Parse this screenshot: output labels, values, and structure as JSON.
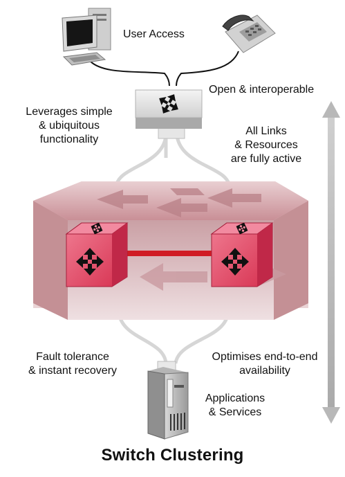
{
  "labels": {
    "user_access": "User Access",
    "open_interoperable": "Open & interoperable",
    "leverages_line1": "Leverages simple",
    "leverages_line2": "& ubiquitous",
    "leverages_line3": "functionality",
    "links_line1": "All Links",
    "links_line2": "& Resources",
    "links_line3": "are fully active",
    "fault_line1": "Fault tolerance",
    "fault_line2": "& instant recovery",
    "optimises_line1": "Optimises end-to-end",
    "optimises_line2": "availability",
    "apps_line1": "Applications",
    "apps_line2": "& Services"
  },
  "title": "Switch Clustering",
  "colors": {
    "cluster_box": "#d4a1a6",
    "cluster_switch": "#e24a67",
    "link": "#d01c24",
    "connector": "#d6d6d6",
    "arrow": "#b8b8b8"
  },
  "icons": [
    "computer-icon",
    "phone-icon",
    "edge-switch-icon",
    "cluster-switch-icon",
    "server-icon"
  ]
}
